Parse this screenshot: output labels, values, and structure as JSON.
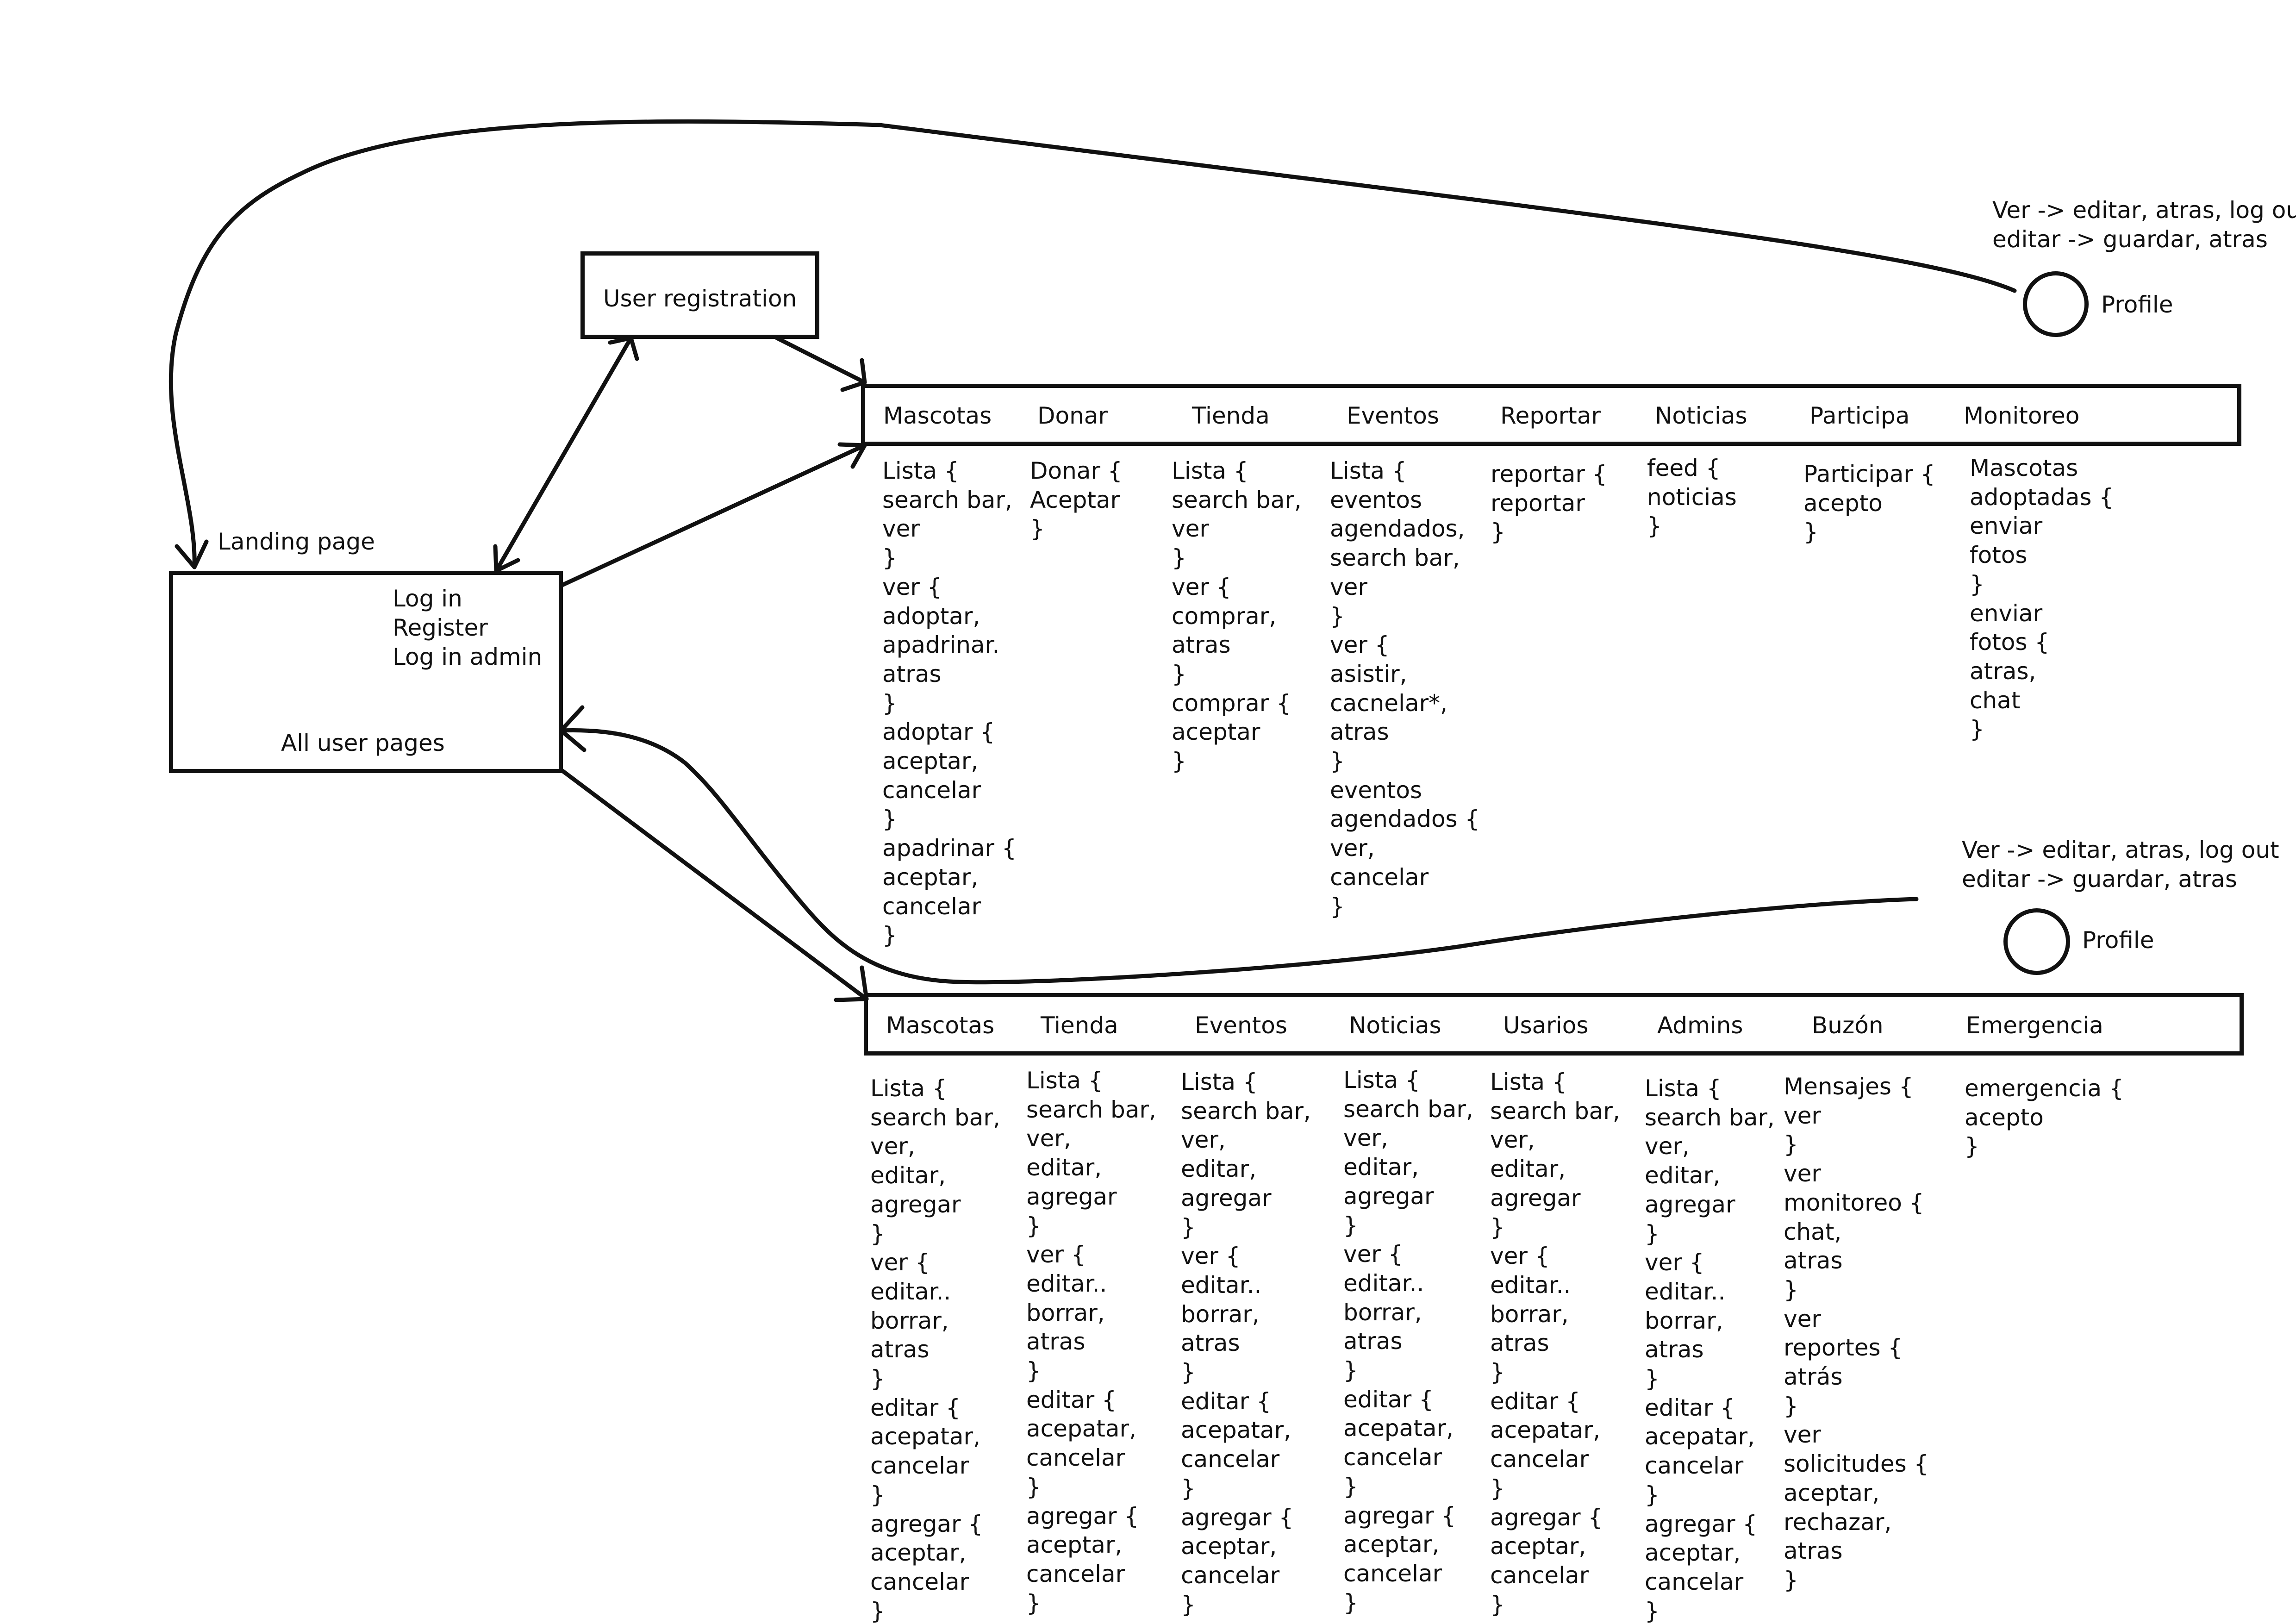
{
  "landing": {
    "title": "Landing page",
    "links": "Log in\nRegister\nLog in admin",
    "all_pages": "All user pages"
  },
  "registration": {
    "label": "User registration"
  },
  "user_profile": {
    "notes": "Ver -> editar, atras, log out\neditar -> guardar, atras",
    "label": "Profile"
  },
  "admin_profile": {
    "notes": "Ver -> editar, atras, log out\neditar -> guardar, atras",
    "label": "Profile"
  },
  "user_menu": {
    "tabs": [
      {
        "label": "Mascotas"
      },
      {
        "label": "Donar"
      },
      {
        "label": "Tienda"
      },
      {
        "label": "Eventos"
      },
      {
        "label": "Reportar"
      },
      {
        "label": "Noticias"
      },
      {
        "label": "Participa"
      },
      {
        "label": "Monitoreo"
      }
    ],
    "columns": [
      "Lista {\nsearch bar,\nver\n}\nver {\nadoptar,\napadrinar.\natras\n}\nadoptar {\naceptar,\ncancelar\n}\napadrinar {\naceptar,\ncancelar\n}",
      "Donar {\nAceptar\n}",
      "Lista {\nsearch bar,\nver\n}\nver {\ncomprar,\natras\n}\ncomprar {\naceptar\n}",
      "Lista {\neventos\nagendados,\nsearch bar,\nver\n}\nver {\nasistir,\ncacnelar*,\natras\n}\neventos\nagendados {\nver,\ncancelar\n}",
      "reportar {\nreportar\n}",
      "feed {\nnoticias\n}",
      "Participar {\nacepto\n}",
      "Mascotas\nadoptadas {\nenviar\nfotos\n}\nenviar\nfotos {\natras,\nchat\n}"
    ]
  },
  "admin_menu": {
    "tabs": [
      {
        "label": "Mascotas"
      },
      {
        "label": "Tienda"
      },
      {
        "label": "Eventos"
      },
      {
        "label": "Noticias"
      },
      {
        "label": "Usarios"
      },
      {
        "label": "Admins"
      },
      {
        "label": "Buzón"
      },
      {
        "label": "Emergencia"
      }
    ],
    "columns": [
      "Lista {\nsearch bar,\nver,\neditar,\nagregar\n}\nver {\neditar..\nborrar,\natras\n}\neditar {\nacepatar,\ncancelar\n}\nagregar {\naceptar,\ncancelar\n}",
      "Lista {\nsearch bar,\nver,\neditar,\nagregar\n}\nver {\neditar..\nborrar,\natras\n}\neditar {\nacepatar,\ncancelar\n}\nagregar {\naceptar,\ncancelar\n}",
      "Lista {\nsearch bar,\nver,\neditar,\nagregar\n}\nver {\neditar..\nborrar,\natras\n}\neditar {\nacepatar,\ncancelar\n}\nagregar {\naceptar,\ncancelar\n}",
      "Lista {\nsearch bar,\nver,\neditar,\nagregar\n}\nver {\neditar..\nborrar,\natras\n}\neditar {\nacepatar,\ncancelar\n}\nagregar {\naceptar,\ncancelar\n}",
      "Lista {\nsearch bar,\nver,\neditar,\nagregar\n}\nver {\neditar..\nborrar,\natras\n}\neditar {\nacepatar,\ncancelar\n}\nagregar {\naceptar,\ncancelar\n}",
      "Lista {\nsearch bar,\nver,\neditar,\nagregar\n}\nver {\neditar..\nborrar,\natras\n}\neditar {\nacepatar,\ncancelar\n}\nagregar {\naceptar,\ncancelar\n}",
      "Mensajes {\nver\n}\nver\nmonitoreo {\nchat,\natras\n}\nver\nreportes {\natrás\n}\nver\nsolicitudes {\naceptar,\nrechazar,\natras\n}",
      "emergencia {\nacepto\n}"
    ]
  },
  "colors": {
    "ink": "#111111",
    "paper": "#ffffff"
  }
}
